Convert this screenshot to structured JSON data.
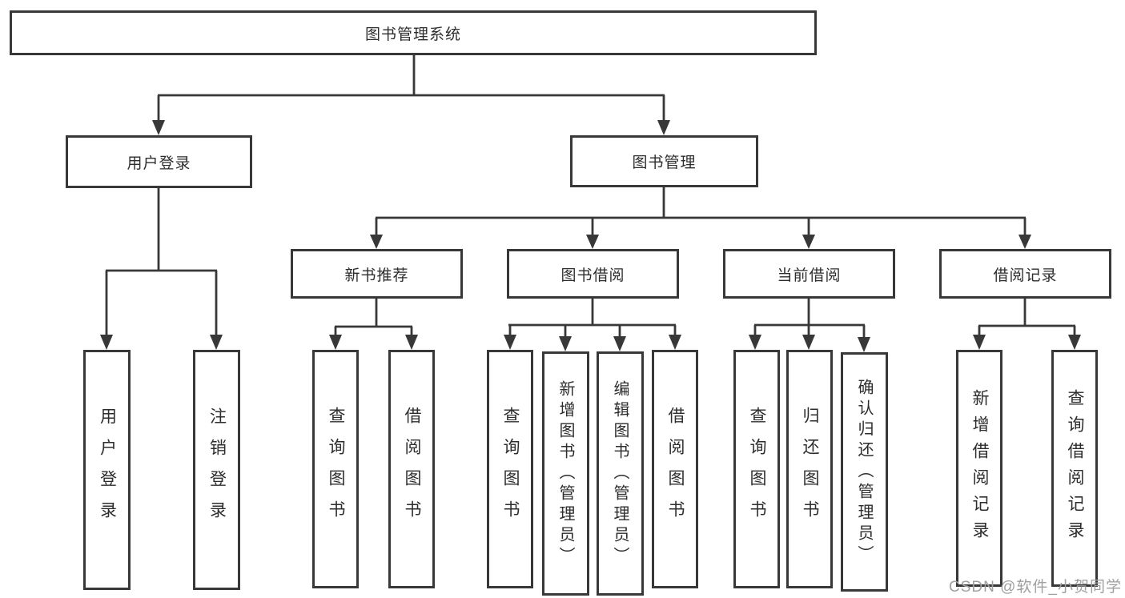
{
  "diagram": {
    "root": {
      "label": "图书管理系统"
    },
    "level2": {
      "user_login": {
        "label": "用户登录"
      },
      "book_management": {
        "label": "图书管理"
      }
    },
    "user_login_children": [
      {
        "label": "用户登录"
      },
      {
        "label": "注销登录"
      }
    ],
    "groups": [
      {
        "label": "新书推荐",
        "children": [
          {
            "label": "查询图书"
          },
          {
            "label": "借阅图书"
          }
        ]
      },
      {
        "label": "图书借阅",
        "children": [
          {
            "label": "查询图书"
          },
          {
            "label": "新增图书（管理员）"
          },
          {
            "label": "编辑图书（管理员）"
          },
          {
            "label": "借阅图书"
          }
        ]
      },
      {
        "label": "当前借阅",
        "children": [
          {
            "label": "查询图书"
          },
          {
            "label": "归还图书"
          },
          {
            "label": "确认归还（管理员）"
          }
        ]
      },
      {
        "label": "借阅记录",
        "children": [
          {
            "label": "新增借阅记录"
          },
          {
            "label": "查询借阅记录"
          }
        ]
      }
    ],
    "watermark": "CSDN @软件_小贺同学",
    "colors": {
      "line": "#383838",
      "text": "#2d2d2d",
      "background": "#ffffff",
      "watermark": "#a0a0a0"
    }
  }
}
